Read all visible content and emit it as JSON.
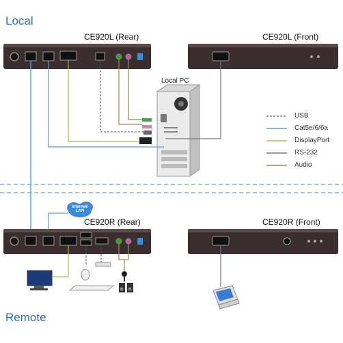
{
  "sections": {
    "local": "Local",
    "remote": "Remote"
  },
  "units": {
    "local_rear": "CE920L (Rear)",
    "local_front": "CE920L (Front)",
    "remote_rear": "CE920R (Rear)",
    "remote_front": "CE920R (Front)"
  },
  "local_pc_label": "Local PC",
  "cloud_label": {
    "line1": "Internet/",
    "line2": "LAN"
  },
  "legend": [
    {
      "label": "USB",
      "style": "dashed",
      "color": "#555555"
    },
    {
      "label": "Cat5e/6/6a",
      "style": "solid",
      "color": "#5b9bd5"
    },
    {
      "label": "DisplayPort",
      "style": "solid",
      "color": "#a8b84a"
    },
    {
      "label": "RS-232",
      "style": "solid",
      "color": "#6b7c8a"
    },
    {
      "label": "Audio",
      "style": "solid",
      "color": "#9a8a4a"
    }
  ],
  "colors": {
    "section_title": "#2f6fb3",
    "device_body": "#3a2e2e",
    "separator": "#7ab0de"
  }
}
